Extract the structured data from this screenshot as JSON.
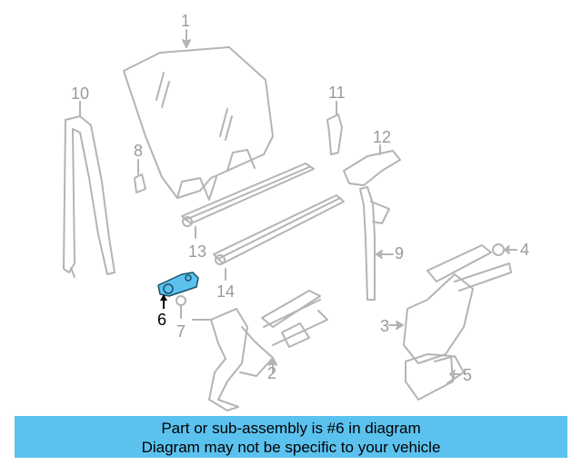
{
  "callouts": {
    "c1": "1",
    "c2": "2",
    "c3": "3",
    "c4": "4",
    "c5": "5",
    "c6": "6",
    "c7": "7",
    "c8": "8",
    "c9": "9",
    "c10": "10",
    "c11": "11",
    "c12": "12",
    "c13": "13",
    "c14": "14"
  },
  "highlighted_part": "6",
  "colors": {
    "line": "#b4b4b4",
    "label": "#9a9a9a",
    "highlight": "#5bc2ef",
    "banner": "#5bc2ef"
  },
  "banner": {
    "line1": "Part or sub-assembly is #6 in diagram",
    "line2": "Diagram may not be specific to your vehicle"
  }
}
